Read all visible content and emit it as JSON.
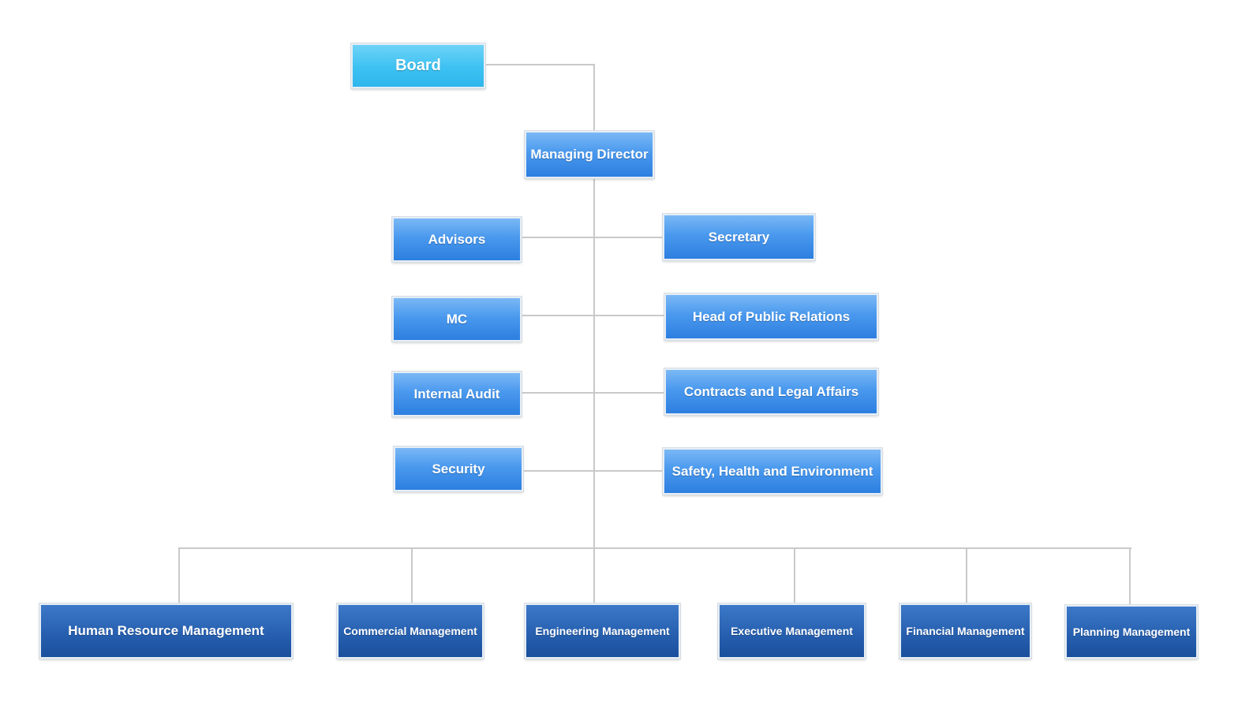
{
  "chart": {
    "board": "Board",
    "managing_director": "Managing Director",
    "left_units": [
      "Advisors",
      "MC",
      "Internal Audit",
      "Security"
    ],
    "right_units": [
      "Secretary",
      "Head of Public Relations",
      "Contracts and Legal Affairs",
      "Safety, Health and Environment"
    ],
    "departments": [
      "Human Resource Management",
      "Commercial Management",
      "Engineering Management",
      "Executive Management",
      "Financial Management",
      "Planning Management"
    ]
  },
  "colors": {
    "board": "#3cc1f2",
    "units": "#4a99ee",
    "departments": "#2760b0",
    "connector": "#c9c9c9",
    "text": "#ffffff"
  }
}
